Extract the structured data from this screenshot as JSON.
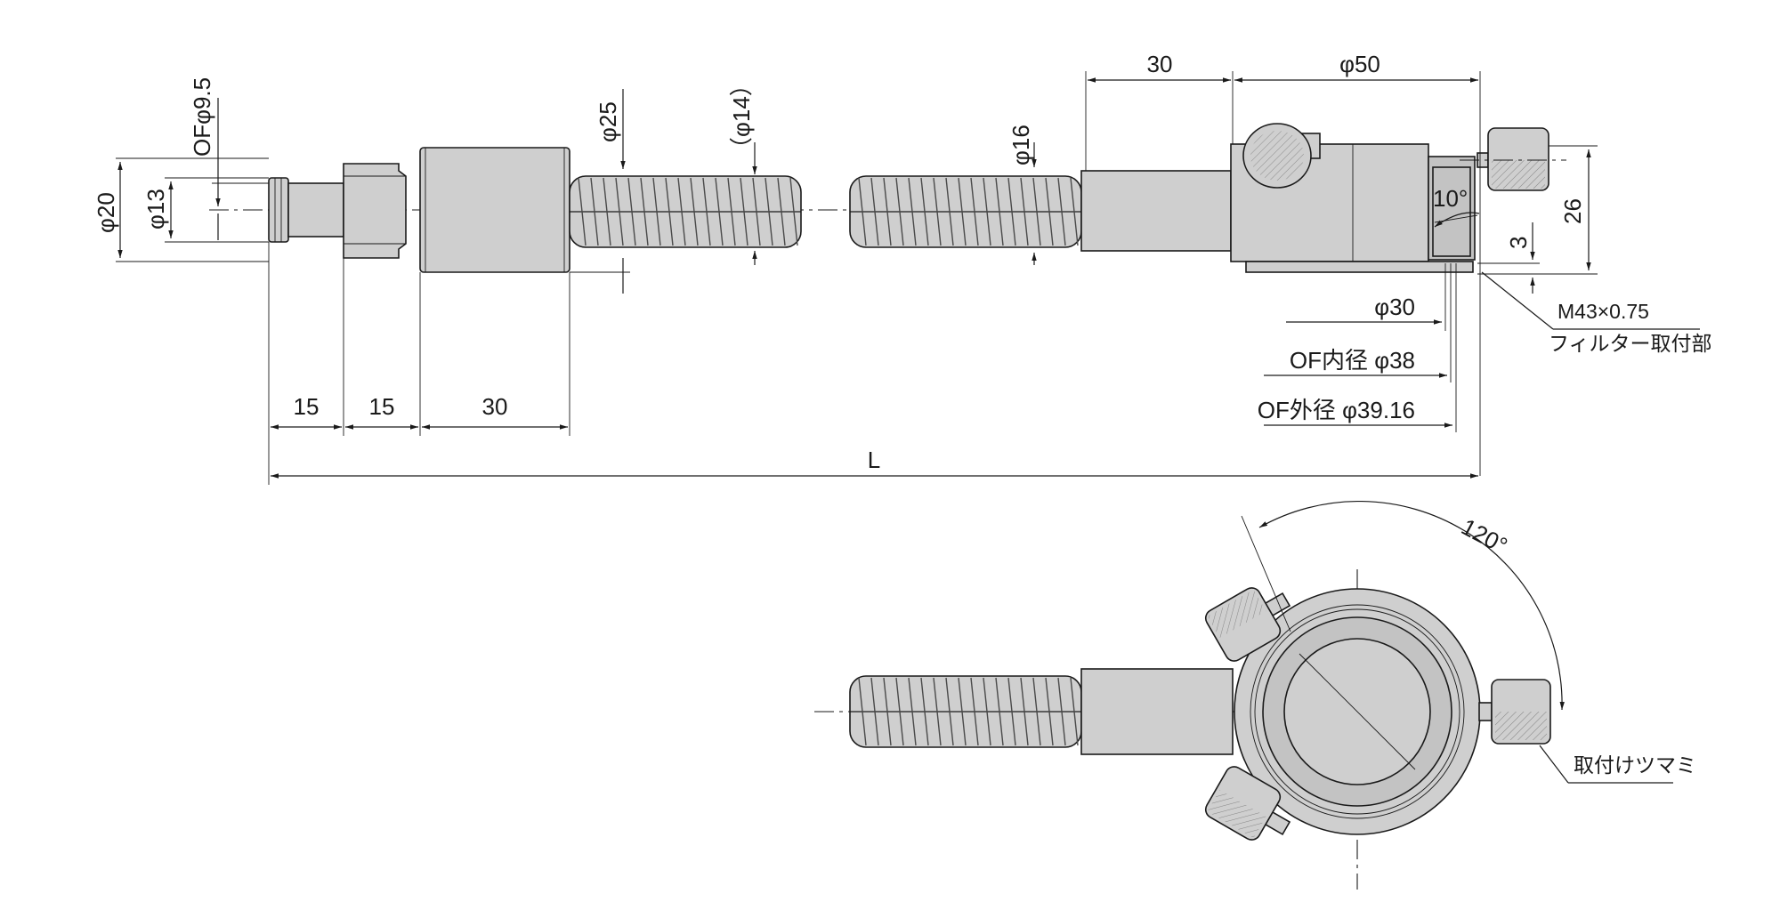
{
  "dimensions": {
    "of_phi": "OFφ9.5",
    "phi20": "φ20",
    "phi13": "φ13",
    "phi25": "φ25",
    "phi14": "（φ14）",
    "phi16": "φ16",
    "d30_top": "30",
    "phi50": "φ50",
    "d26": "26",
    "d3": "3",
    "angle10": "10°",
    "phi30": "φ30",
    "of_inner": "OF内径 φ38",
    "of_outer": "OF外径 φ39.16",
    "d15a": "15",
    "d15b": "15",
    "d30_bottom": "30",
    "L": "L",
    "angle120": "120°"
  },
  "labels": {
    "thread": "M43×0.75",
    "filter_mount": "フィルター取付部",
    "knob": "取付けツマミ"
  }
}
